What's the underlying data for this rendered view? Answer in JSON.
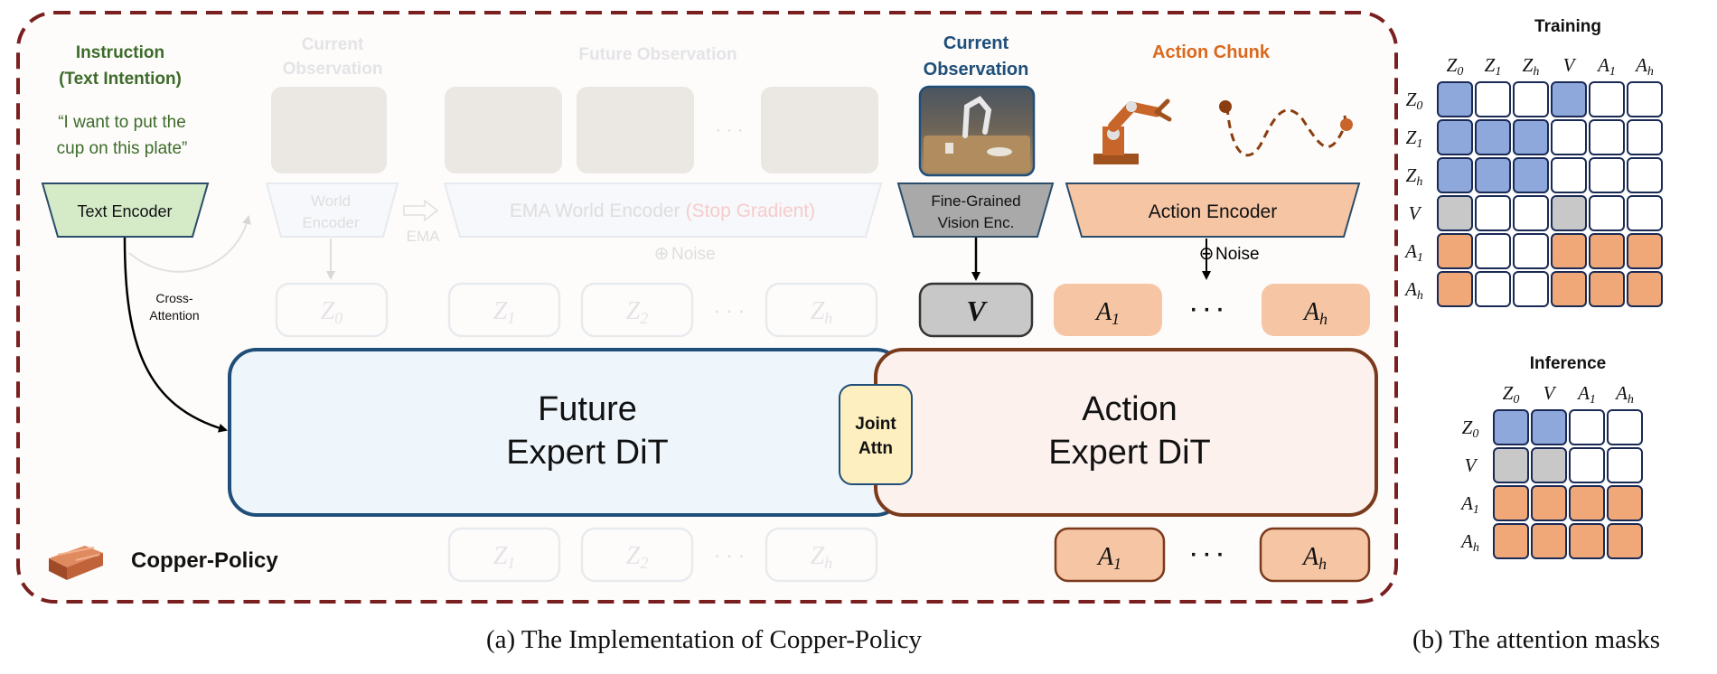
{
  "panel_a": {
    "instruction_title_1": "Instruction",
    "instruction_title_2": "(Text Intention)",
    "instruction_quote_1": "“I want to put the",
    "instruction_quote_2": "cup on this plate”",
    "text_encoder": "Text Encoder",
    "cross_attention_1": "Cross-",
    "cross_attention_2": "Attention",
    "faded_current_obs_1": "Current",
    "faded_current_obs_2": "Observation",
    "faded_future_obs": "Future Observation",
    "faded_ellipsis": "· · ·",
    "world_encoder_1": "World",
    "world_encoder_2": "Encoder",
    "ema": "EMA",
    "ema_world_encoder": "EMA World Encoder",
    "stop_gradient": "(Stop Gradient)",
    "faded_noise": "Noise",
    "current_obs_1": "Current",
    "current_obs_2": "Observation",
    "vision_enc_1": "Fine-Grained",
    "vision_enc_2": "Vision Enc.",
    "action_chunk": "Action Chunk",
    "action_encoder": "Action Encoder",
    "noise": "Noise",
    "oplus": "⊕",
    "token_z0": "Z",
    "token_z0_sub": "0",
    "token_z1_sub": "1",
    "token_z2_sub": "2",
    "token_zh_sub": "h",
    "token_v": "V",
    "token_a": "A",
    "token_a1_sub": "1",
    "token_ah_sub": "h",
    "ellipsis": "· · ·",
    "future_dit_1": "Future",
    "future_dit_2": "Expert DiT",
    "joint_attn_1": "Joint",
    "joint_attn_2": "Attn",
    "action_dit_1": "Action",
    "action_dit_2": "Expert DiT",
    "brand": "Copper-Policy",
    "caption": "(a) The Implementation of Copper-Policy"
  },
  "panel_b": {
    "training_title": "Training",
    "inference_title": "Inference",
    "caption": "(b) The attention masks",
    "training_labels": [
      {
        "main": "Z",
        "sub": "0"
      },
      {
        "main": "Z",
        "sub": "1"
      },
      {
        "main": "Z",
        "sub": "h"
      },
      {
        "main": "V",
        "sub": ""
      },
      {
        "main": "A",
        "sub": "1"
      },
      {
        "main": "A",
        "sub": "h"
      }
    ],
    "training_grid": [
      [
        "blue",
        "white",
        "white",
        "blue",
        "white",
        "white"
      ],
      [
        "blue",
        "blue",
        "blue",
        "white",
        "white",
        "white"
      ],
      [
        "blue",
        "blue",
        "blue",
        "white",
        "white",
        "white"
      ],
      [
        "gray",
        "white",
        "white",
        "gray",
        "white",
        "white"
      ],
      [
        "orange",
        "white",
        "white",
        "orange",
        "orange",
        "orange"
      ],
      [
        "orange",
        "white",
        "white",
        "orange",
        "orange",
        "orange"
      ]
    ],
    "inference_labels": [
      {
        "main": "Z",
        "sub": "0"
      },
      {
        "main": "V",
        "sub": ""
      },
      {
        "main": "A",
        "sub": "1"
      },
      {
        "main": "A",
        "sub": "h"
      }
    ],
    "inference_grid": [
      [
        "blue",
        "blue",
        "white",
        "white"
      ],
      [
        "gray",
        "gray",
        "white",
        "white"
      ],
      [
        "orange",
        "orange",
        "orange",
        "orange"
      ],
      [
        "orange",
        "orange",
        "orange",
        "orange"
      ]
    ]
  },
  "colors": {
    "dark_red": "#7a1f1f",
    "green_text": "#3d6b2a",
    "blue_text": "#1f4e79",
    "orange_text": "#d9691e",
    "mask_blue": "#8fa8dc",
    "mask_gray": "#c8c8c8",
    "mask_orange": "#f0a878",
    "mask_border": "#1a2a55"
  }
}
